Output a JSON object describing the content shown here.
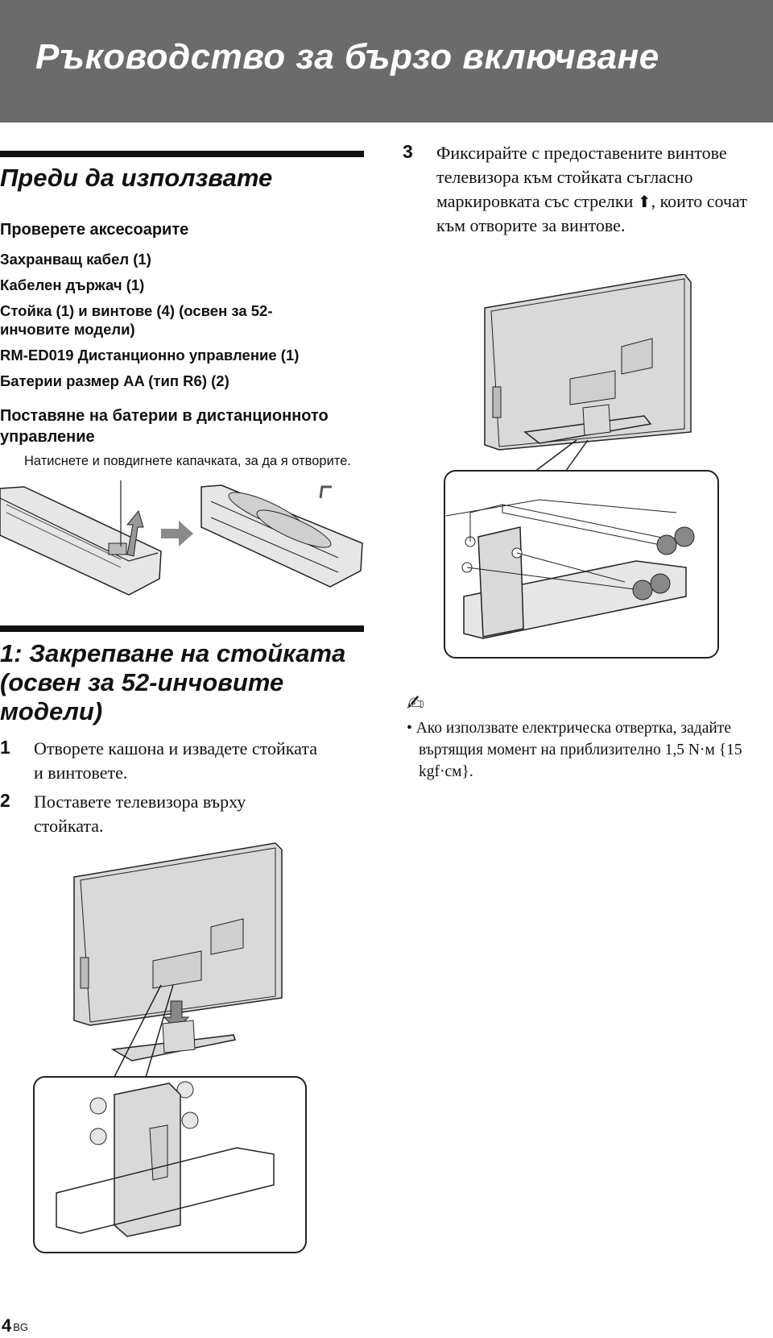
{
  "header": {
    "title": "Ръководство за бързо включване"
  },
  "before_use": {
    "title": "Преди да използвате",
    "accessories_heading": "Проверете аксесоарите",
    "accessories": [
      "Захранващ кабел (1)",
      "Кабелен държач (1)",
      "Стойка (1) и винтове (4) (освен за 52-инчовите модели)",
      "RM-ED019 Дистанционно управление (1)",
      "Батерии размер AA (тип R6) (2)"
    ],
    "batteries_heading": "Поставяне на батерии в дистанционното управление",
    "batteries_note": "Натиснете и повдигнете капачката, за да я отворите."
  },
  "stand_section": {
    "title": "1: Закрепване на стойката (освен за 52-инчовите модели)",
    "steps": [
      {
        "num": "1",
        "text": "Отворете кашона и извадете стойката и винтовете."
      },
      {
        "num": "2",
        "text": "Поставете телевизора върху стойката."
      },
      {
        "num": "3",
        "text_before": "Фиксирайте с предоставените винтове телевизора към стойката съгласно маркировката със стрелки",
        "text_after": ", които сочат към отворите за винтове."
      }
    ]
  },
  "tip": {
    "icon": "pencil-note-icon",
    "text": "• Ако използвате електрическа отвертка, задайте въртящия момент на приблизително 1,5 N·м {15 kgf·см}."
  },
  "footer": {
    "page": "4",
    "lang": "BG"
  },
  "colors": {
    "banner": "#6b6b6b",
    "rule": "#111111",
    "illustration_fill": "#d9d9d9"
  }
}
